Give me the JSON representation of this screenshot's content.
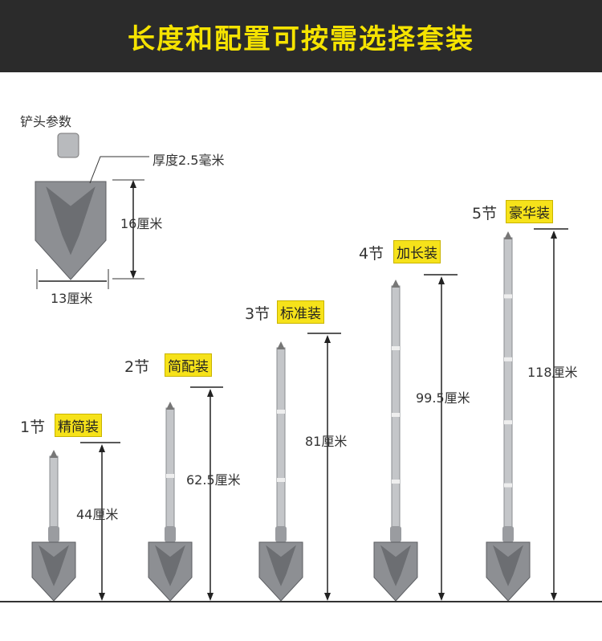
{
  "header": {
    "title": "长度和配置可按需选择套装"
  },
  "head_params": {
    "label": "铲头参数",
    "thickness": "厚度2.5毫米",
    "height": "16厘米",
    "width": "13厘米"
  },
  "sets": [
    {
      "sections": "1节",
      "tag": "精简装",
      "length": "44厘米"
    },
    {
      "sections": "2节",
      "tag": "简配装",
      "length": "62.5厘米"
    },
    {
      "sections": "3节",
      "tag": "标准装",
      "length": "81厘米"
    },
    {
      "sections": "4节",
      "tag": "加长装",
      "length": "99.5厘米"
    },
    {
      "sections": "5节",
      "tag": "豪华装",
      "length": "118厘米"
    }
  ],
  "colors": {
    "header_bg": "#2b2b2b",
    "title": "#f5e300",
    "tag_bg": "#f6e21a"
  }
}
